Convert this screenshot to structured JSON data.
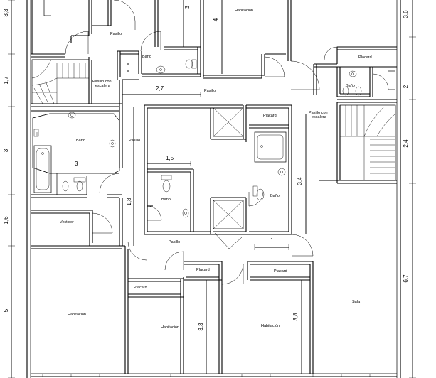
{
  "plan": {
    "rooms": {
      "habitacion_top": "Habitación",
      "pasillo_top": "Pasillo",
      "bano_top": "Baño",
      "placard_top_right": "Placard",
      "bano_top_right": "Baño",
      "pasillo_escalera_left": "Pasillo con escalera",
      "pasillo_center": "Pasillo",
      "placard_center": "Placard",
      "pasillo_escalera_right": "Pasillo con escalera",
      "bano_left": "Baño",
      "pasillo_left_vertical": "Pasillo",
      "bano_center": "Baño",
      "bano_center_right": "Baño",
      "vestidor": "Vestidor",
      "pasillo_bottom": "Pasillo",
      "placard_bottom_1": "Placard",
      "placard_bottom_2": "Placard",
      "placard_bottom_3": "Placard",
      "habitacion_bottom_left": "Habitación",
      "habitacion_bottom_mid": "Habitación",
      "habitacion_bottom_right": "Habitación",
      "sala": "Sala"
    },
    "dimensions": {
      "d_3_top": "3",
      "d_4_top": "4",
      "d_2_7": "2,7",
      "d_1_5": "1,5",
      "d_3_bath": "3",
      "d_1_8": "1,8",
      "d_3_4": "3,4",
      "d_1": "1",
      "d_3_3": "3,3",
      "d_3_8": "3,8"
    },
    "left_side": [
      "3,3",
      "1,7",
      "3",
      "1,6",
      "5"
    ],
    "right_side": [
      "3,6",
      "2",
      "2,4",
      "6,7"
    ]
  }
}
